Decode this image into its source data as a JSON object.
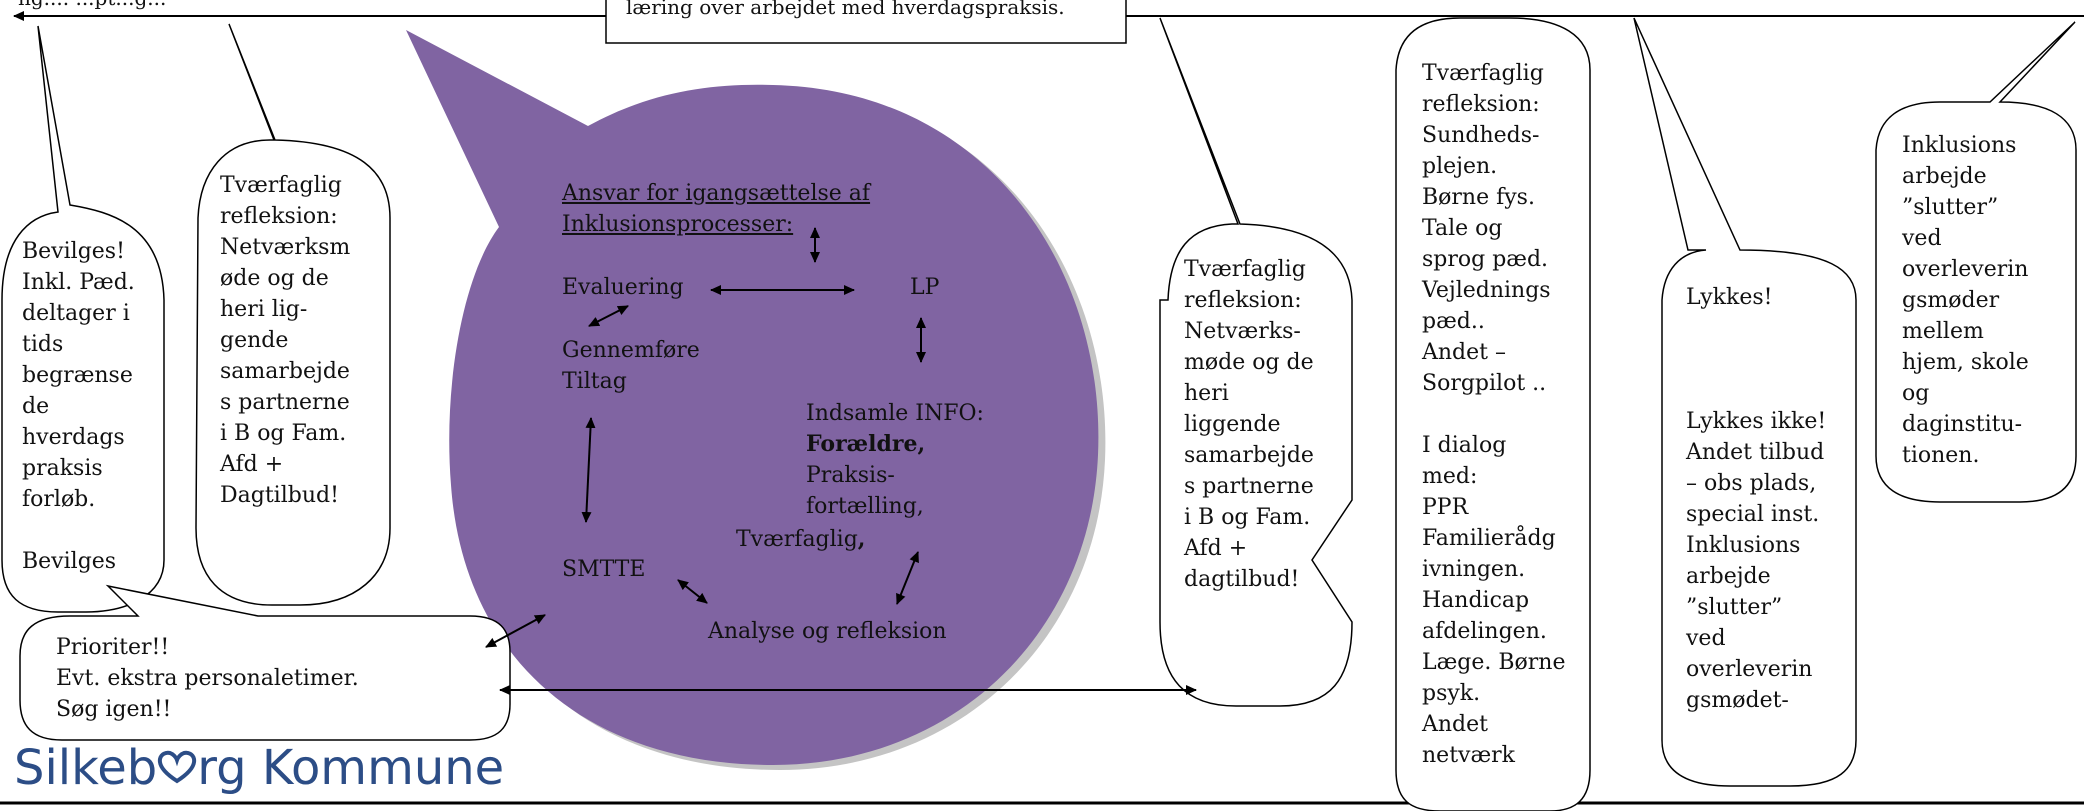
{
  "top_partial_left": "ng....  ...pt...g...",
  "top_box_text": "læring over arbejdet med hverdagspraksis.",
  "bubble1": [
    "Bevilges!",
    "Inkl. Pæd.",
    "deltager i",
    "tids",
    "begrænse",
    "de",
    "hverdags",
    "praksis",
    "forløb.",
    "",
    "Bevilges"
  ],
  "bubble2": [
    "Tværfaglig",
    "refleksion:",
    "Netværksm",
    "øde og de",
    "heri lig-",
    "gende",
    "samarbejde",
    "s partnerne",
    "i B og Fam.",
    "Afd +",
    "Dagtilbud!"
  ],
  "bubble_bottom": [
    "Prioriter!!",
    "Evt. ekstra personaletimer.",
    "Søg igen!!"
  ],
  "circle": {
    "title1": "Ansvar for igangsættelse af",
    "title2": "Inklusionsprocesser:",
    "evaluering": "Evaluering",
    "lp": "LP",
    "gennemfore1": "Gennemføre",
    "gennemfore2": "Tiltag",
    "indsamle": "Indsamle INFO:",
    "foraeldre": "Forældre,",
    "praksis1": "Praksis-",
    "praksis2": "fortælling,",
    "tvaerfaglig": "Tværfaglig",
    "tvaerfaglig_comma": ",",
    "smtte": "SMTTE",
    "analyse": "Analyse og refleksion"
  },
  "bubble4": [
    "Tværfaglig",
    "refleksion:",
    "Netværks-",
    "møde og de",
    "heri",
    "liggende",
    "samarbejde",
    "s partnerne",
    "i B og Fam.",
    "Afd +",
    "dagtilbud!"
  ],
  "bubble5": [
    "Tværfaglig",
    "refleksion:",
    "Sundheds-",
    "plejen.",
    "Børne fys.",
    "Tale og",
    "sprog pæd.",
    "Vejlednings",
    "pæd..",
    "Andet –",
    "Sorgpilot ..",
    "",
    "I dialog",
    "med:",
    "PPR",
    "Familierådg",
    "ivningen.",
    "Handicap",
    "afdelingen.",
    "Læge. Børne",
    "psyk.",
    "Andet",
    "netværk"
  ],
  "bubble6_a": [
    "Lykkes!"
  ],
  "bubble6_b": [
    "Lykkes ikke!",
    "Andet tilbud",
    "– obs plads,",
    "special inst.",
    "Inklusions",
    "arbejde",
    "”slutter”",
    "ved",
    "overleverin",
    "gsmødet-"
  ],
  "bubble7": [
    "Inklusions",
    "arbejde",
    "”slutter”",
    "ved",
    "overleverin",
    "gsmøder",
    "mellem",
    "hjem, skole",
    "og",
    "daginstitu-",
    "tionen."
  ],
  "logo": {
    "part1": "Silkeb",
    "part2": "rg Kommune"
  },
  "colors": {
    "circle": "#8064a2",
    "circle_shadow": "#bcbcbc",
    "logo": "#2c4d86",
    "line": "#000000"
  }
}
